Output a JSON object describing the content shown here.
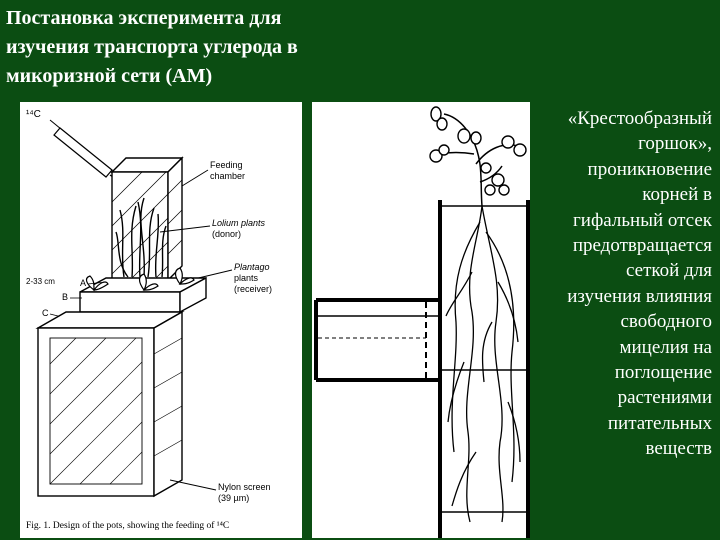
{
  "slide": {
    "title_lines": [
      "Постановка эксперимента для",
      "изучения транспорта углерода в",
      "микоризной сети (АМ)"
    ],
    "caption_lines": [
      "«Крестообразный",
      "горшок»,",
      "проникновение",
      "корней в",
      "гифальный отсек",
      "предотвращается",
      "сеткой для",
      "изучения влияния",
      "свободного",
      "мицелия на",
      "поглощение",
      "растениями",
      "питательных",
      "веществ"
    ]
  },
  "figure1": {
    "isotope_label": "¹⁴C",
    "feeding_chamber": [
      "Feeding",
      "chamber"
    ],
    "lolium": [
      "Lolium plants",
      "(donor)"
    ],
    "plantago": [
      "Plantago",
      "plants",
      "(receiver)"
    ],
    "dimension": "2-33 cm",
    "letter_a": "A",
    "letter_b": "B",
    "letter_c": "C",
    "nylon": [
      "Nylon screen",
      "(39 µm)"
    ],
    "caption": "Fig. 1. Design of the pots, showing the feeding of ¹⁴C"
  }
}
